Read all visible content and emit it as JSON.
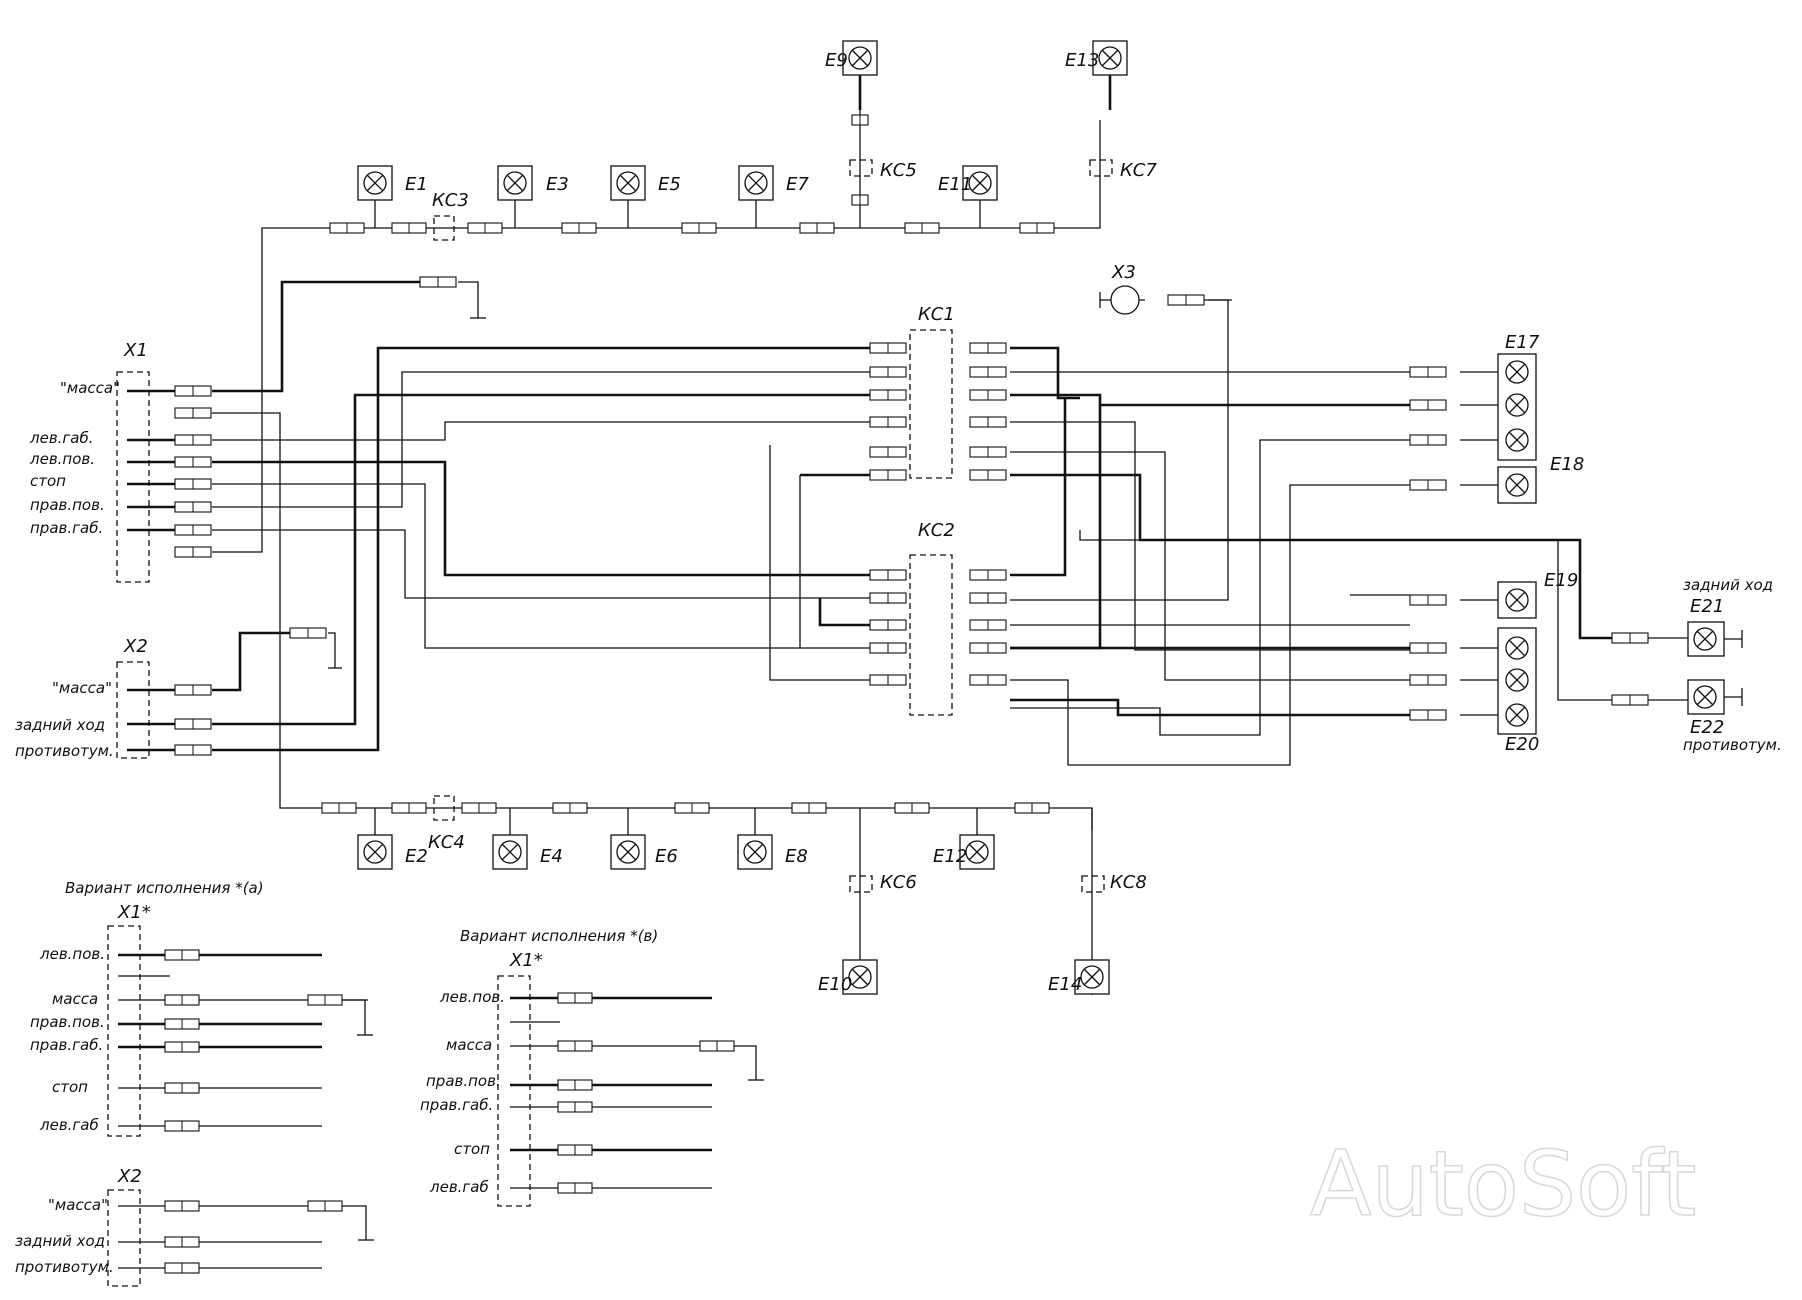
{
  "connectors": {
    "x1": {
      "name": "X1",
      "pins": [
        "\"масса\"",
        "лев.габ.",
        "лев.пов.",
        "стоп",
        "прав.пов.",
        "прав.габ."
      ]
    },
    "x2": {
      "name": "X2",
      "pins": [
        "\"масса\"",
        "задний ход",
        "противотум."
      ]
    },
    "x3": {
      "name": "X3"
    },
    "ks": [
      "КС1",
      "КС2",
      "КС3",
      "КС4",
      "КС5",
      "КС6",
      "КС7",
      "КС8"
    ]
  },
  "lamps": {
    "top": [
      "E1",
      "E3",
      "E5",
      "E7",
      "E9",
      "E11",
      "E13"
    ],
    "bottom": [
      "E2",
      "E4",
      "E6",
      "E8",
      "E10",
      "E12",
      "E14"
    ],
    "right": [
      "E17",
      "E18",
      "E19",
      "E20",
      "E21",
      "E22"
    ]
  },
  "right_labels": {
    "e21_caption": "задний ход",
    "e22_caption": "противотум."
  },
  "variant_a": {
    "title": "Вариант исполнения *(а)",
    "x1": {
      "name": "X1*",
      "pins": [
        "лев.пов.",
        "масса",
        "прав.пов.",
        "прав.габ.",
        "стоп",
        "лев.габ"
      ]
    },
    "x2": {
      "name": "X2",
      "pins": [
        "\"масса\"",
        "задний ход",
        "противотум."
      ]
    }
  },
  "variant_b": {
    "title": "Вариант исполнения *(в)",
    "x1": {
      "name": "X1*",
      "pins": [
        "лев.пов.",
        "масса",
        "прав.пов.",
        "прав.габ.",
        "стоп",
        "лев.габ"
      ]
    }
  },
  "watermark": "AutoSoft"
}
